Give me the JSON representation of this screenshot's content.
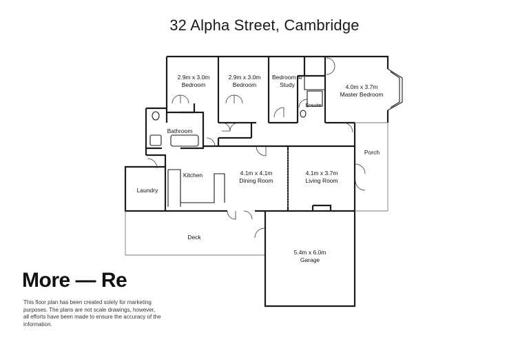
{
  "header": {
    "address": "32 Alpha Street, Cambridge"
  },
  "rooms": {
    "bedroom_1": {
      "size": "2.9m x 3.0m",
      "name": "Bedroom"
    },
    "bedroom_2": {
      "size": "2.9m x 3.0m",
      "name": "Bedroom"
    },
    "bedroom_study": {
      "line1": "Bedroom 4/",
      "line2": "Study"
    },
    "master": {
      "size": "4.0m x 3.7m",
      "name": "Master Bedroom"
    },
    "ensuite": {
      "name": "Ensuite"
    },
    "bathroom": {
      "name": "Bathroom"
    },
    "porch": {
      "name": "Porch"
    },
    "kitchen": {
      "name": "Kitchen"
    },
    "laundry": {
      "name": "Laundry"
    },
    "dining": {
      "size": "4.1m x 4.1m",
      "name": "Dining Room"
    },
    "living": {
      "size": "4.1m x 3.7m",
      "name": "Living Room"
    },
    "deck": {
      "name": "Deck"
    },
    "garage": {
      "size": "5.4m x 6.0m",
      "name": "Garage"
    }
  },
  "brand": {
    "logo_text": "More — Re"
  },
  "footer": {
    "disclaimer": "This floor plan has been created solely for marketing purposes. The plans are not scale drawings, however, all efforts have been made to ensure the accuracy of the information."
  }
}
